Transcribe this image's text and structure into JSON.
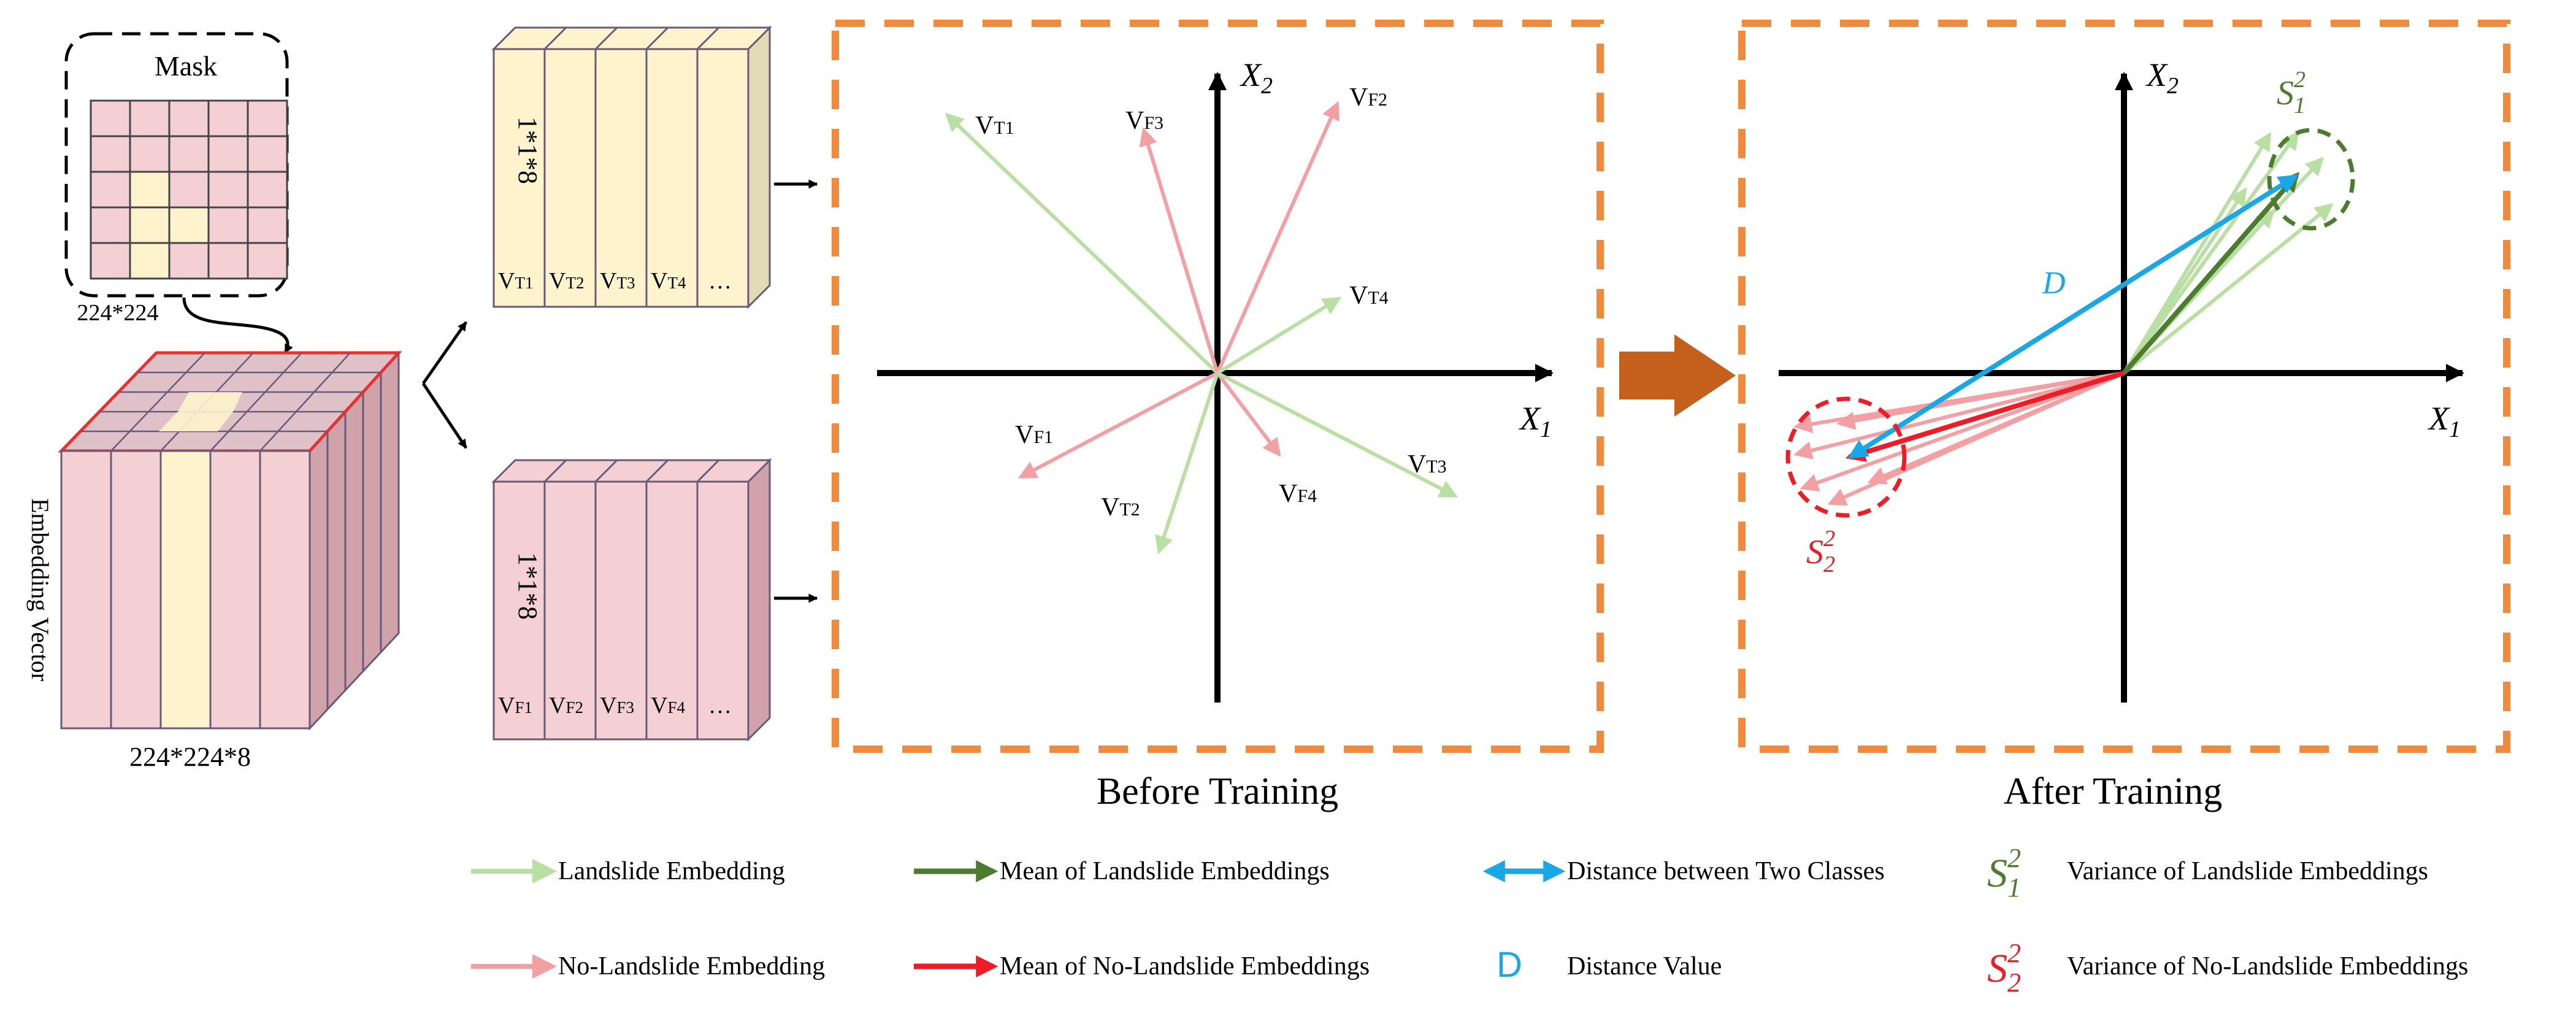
{
  "mask": {
    "title": "Mask",
    "size": "224*224"
  },
  "embedding_cube": {
    "side_label": "Embedding Vector",
    "size": "224*224*8"
  },
  "landslide_stack": {
    "dim": "1*1*8",
    "cells": [
      "V",
      "V",
      "V",
      "V"
    ],
    "subs": [
      "T1",
      "T2",
      "T3",
      "T4"
    ],
    "ellipsis": "…"
  },
  "nolandslide_stack": {
    "dim": "1*1*8",
    "cells": [
      "V",
      "V",
      "V",
      "V"
    ],
    "subs": [
      "F1",
      "F2",
      "F3",
      "F4"
    ],
    "ellipsis": "…"
  },
  "before": {
    "caption": "Before Training",
    "axis_x": "X",
    "axis_x_sub": "1",
    "axis_y": "X",
    "axis_y_sub": "2",
    "vectors": [
      {
        "name": "V",
        "sub": "T1",
        "class": "landslide"
      },
      {
        "name": "V",
        "sub": "F3",
        "class": "no-landslide"
      },
      {
        "name": "V",
        "sub": "F2",
        "class": "no-landslide"
      },
      {
        "name": "V",
        "sub": "T4",
        "class": "landslide"
      },
      {
        "name": "V",
        "sub": "F1",
        "class": "no-landslide"
      },
      {
        "name": "V",
        "sub": "T2",
        "class": "landslide"
      },
      {
        "name": "V",
        "sub": "F4",
        "class": "no-landslide"
      },
      {
        "name": "V",
        "sub": "T3",
        "class": "landslide"
      }
    ]
  },
  "after": {
    "caption": "After Training",
    "axis_x": "X",
    "axis_x_sub": "1",
    "axis_y": "X",
    "axis_y_sub": "2",
    "distance_label": "D",
    "s1_base": "S",
    "s1_sub": "1",
    "s1_sup": "2",
    "s2_base": "S",
    "s2_sub": "2",
    "s2_sup": "2"
  },
  "legend": {
    "landslide": "Landslide Embedding",
    "mean_landslide": "Mean of Landslide Embeddings",
    "distance": "Distance between Two Classes",
    "var_landslide": "Variance of Landslide Embeddings",
    "no_landslide": "No-Landslide Embedding",
    "mean_no_landslide": "Mean of No-Landslide Embeddings",
    "distance_symbol": "D",
    "distance_value": "Distance Value",
    "var_no_landslide": "Variance of No-Landslide Embeddings",
    "s1": {
      "base": "S",
      "sub": "1",
      "sup": "2"
    },
    "s2": {
      "base": "S",
      "sub": "2",
      "sup": "2"
    }
  },
  "colors": {
    "landslide": "#b9dfa3",
    "no_landslide": "#f2a0a3",
    "mean_landslide": "#4d7c2f",
    "mean_no_landslide": "#ee1c24",
    "distance": "#1aa7e6",
    "frame": "#f08a3c",
    "big_arrow": "#c5601c",
    "cell_pink": "#f4cfd3",
    "cell_cream": "#fdf3cd"
  }
}
